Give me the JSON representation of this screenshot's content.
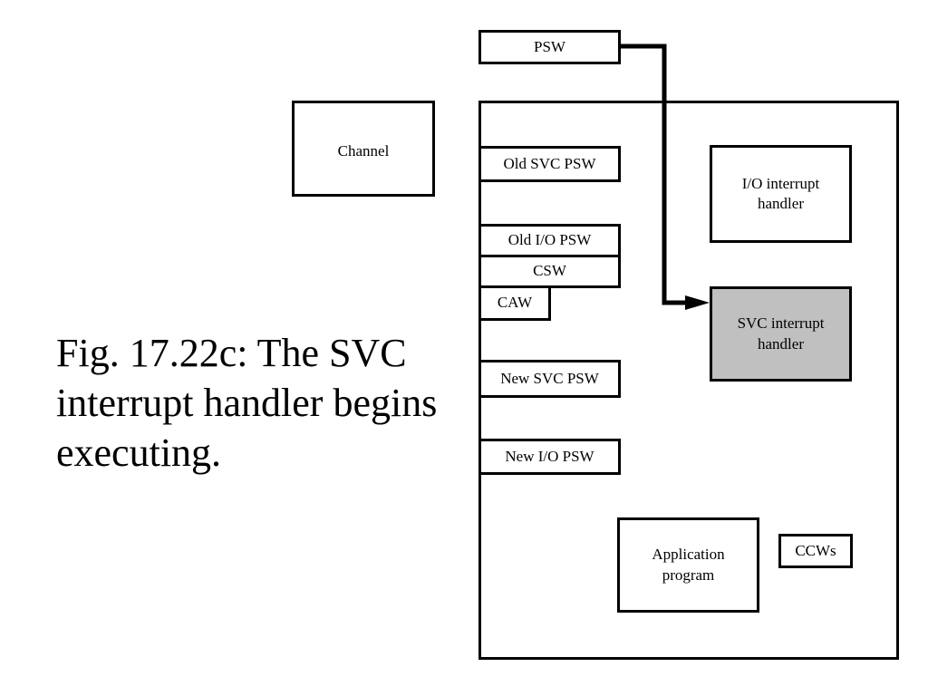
{
  "caption": {
    "lines": [
      "Fig. 17.22c: The SVC",
      "interrupt handler begins",
      "executing."
    ]
  },
  "boxes": {
    "psw": "PSW",
    "channel": "Channel",
    "old_svc_psw": "Old SVC PSW",
    "old_io_psw": "Old I/O PSW",
    "csw": "CSW",
    "caw": "CAW",
    "new_svc_psw": "New SVC PSW",
    "new_io_psw": "New I/O PSW",
    "io_handler": [
      "I/O interrupt",
      "handler"
    ],
    "svc_handler": [
      "SVC interrupt",
      "handler"
    ],
    "application": [
      "Application",
      "program"
    ],
    "ccws": "CCWs"
  },
  "colors": {
    "active_handler_fill": "#c0c0c0",
    "stroke": "#000000"
  }
}
